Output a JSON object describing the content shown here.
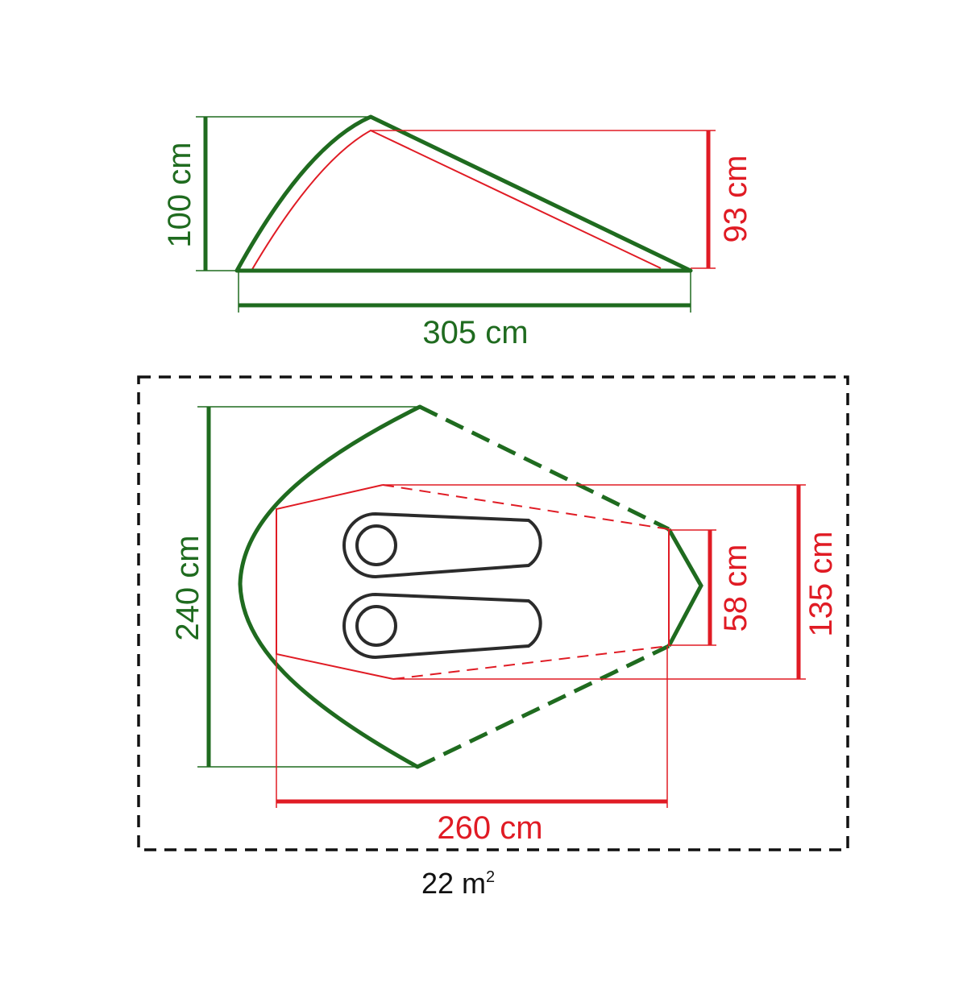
{
  "colors": {
    "outer": "#1f6b1f",
    "inner": "#e01b24",
    "mat": "#2b2b2b",
    "text": "#111111",
    "background": "#ffffff"
  },
  "side_view": {
    "outer_height": "100 cm",
    "inner_height": "93 cm",
    "length": "305 cm"
  },
  "top_view": {
    "width": "240 cm",
    "inner_width": "135 cm",
    "foot_width": "58 cm",
    "inner_length": "260 cm"
  },
  "footprint": {
    "area_value": "22 m",
    "area_exp": "2"
  },
  "sleeping_pads": 2
}
